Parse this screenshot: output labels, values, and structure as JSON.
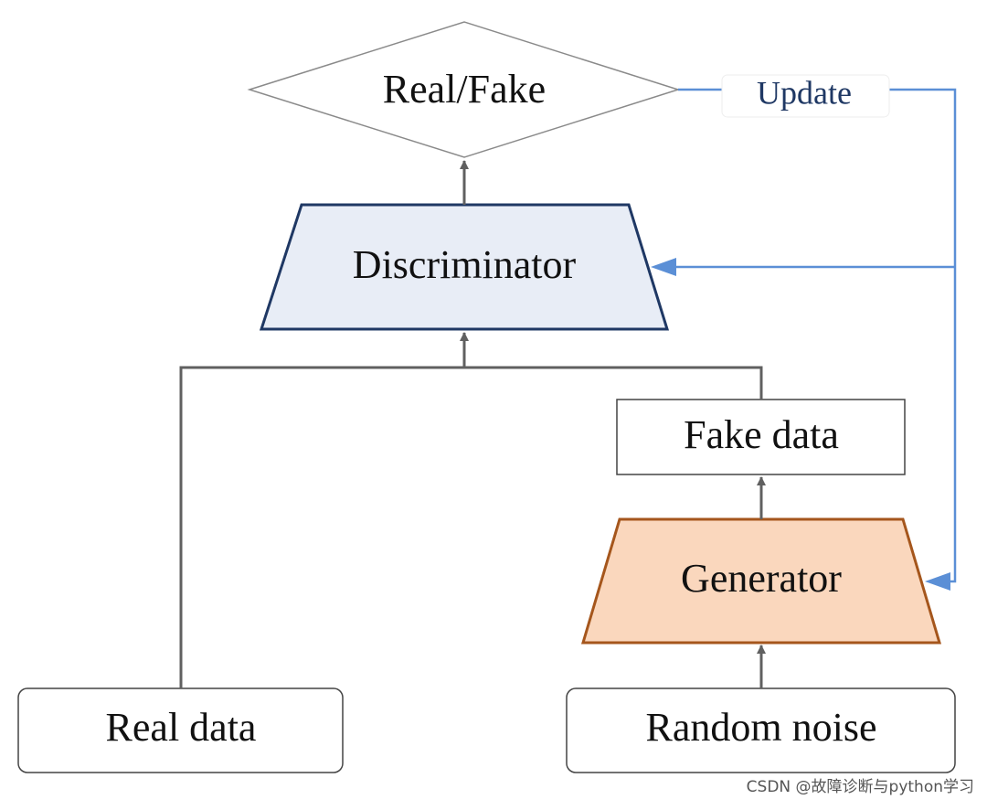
{
  "nodes": {
    "decision": "Real/Fake",
    "discriminator": "Discriminator",
    "fake_data": "Fake data",
    "generator": "Generator",
    "real_data": "Real data",
    "random_noise": "Random noise"
  },
  "update_label": "Update",
  "watermark": "CSDN @故障诊断与python学习",
  "colors": {
    "discriminator_fill": "#e8edf6",
    "discriminator_stroke": "#1f3864",
    "generator_fill": "#fad7bd",
    "generator_stroke": "#a5561c",
    "feedback_line": "#5b8fd6",
    "update_text": "#1f3864",
    "flow_line": "#606060"
  }
}
